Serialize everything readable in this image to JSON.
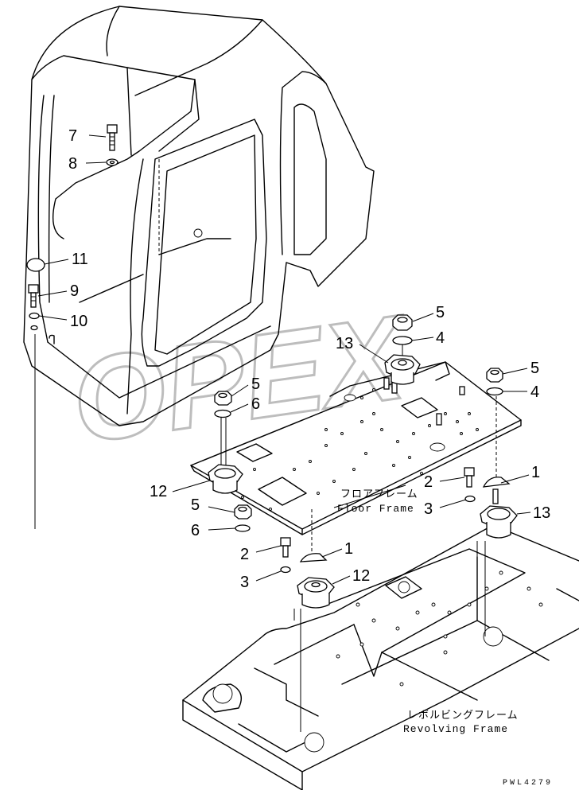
{
  "watermark": "OPEX",
  "callouts": [
    {
      "id": "c7",
      "text": "7"
    },
    {
      "id": "c8",
      "text": "8"
    },
    {
      "id": "c11",
      "text": "11"
    },
    {
      "id": "c9",
      "text": "9"
    },
    {
      "id": "c10",
      "text": "10"
    },
    {
      "id": "c5a",
      "text": "5"
    },
    {
      "id": "c4a",
      "text": "4"
    },
    {
      "id": "c13a",
      "text": "13"
    },
    {
      "id": "c5b",
      "text": "5"
    },
    {
      "id": "c4b",
      "text": "4"
    },
    {
      "id": "c5c",
      "text": "5"
    },
    {
      "id": "c6a",
      "text": "6"
    },
    {
      "id": "c12a",
      "text": "12"
    },
    {
      "id": "c2a",
      "text": "2"
    },
    {
      "id": "c1a",
      "text": "1"
    },
    {
      "id": "c3a",
      "text": "3"
    },
    {
      "id": "c13b",
      "text": "13"
    },
    {
      "id": "c5d",
      "text": "5"
    },
    {
      "id": "c6b",
      "text": "6"
    },
    {
      "id": "c2b",
      "text": "2"
    },
    {
      "id": "c1b",
      "text": "1"
    },
    {
      "id": "c3b",
      "text": "3"
    },
    {
      "id": "c12b",
      "text": "12"
    }
  ],
  "labels": {
    "floor_frame_jp": "フロアフレーム",
    "floor_frame_en": "Floor Frame",
    "revolving_frame_jp": "レボルビングフレーム",
    "revolving_frame_en": "Revolving Frame"
  },
  "drawing_code": "PWL4279"
}
